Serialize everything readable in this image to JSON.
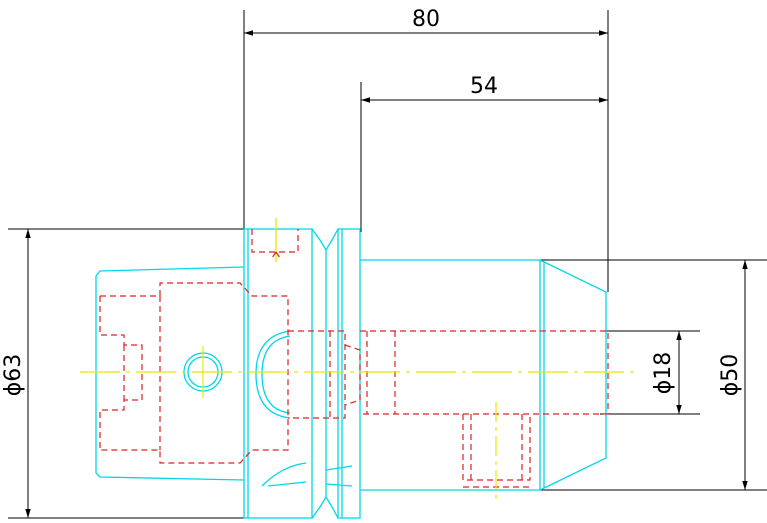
{
  "dimensions": {
    "overall_length": "80",
    "projection_length": "54",
    "flange_diameter": "ϕ63",
    "tip_diameter": "ϕ50",
    "bore_diameter": "ϕ18"
  },
  "colors": {
    "background": "#ffffff",
    "dimension_line": "#000000",
    "outline": "#00d8e8",
    "hidden_line": "#e02020",
    "center_line": "#e8e800"
  }
}
